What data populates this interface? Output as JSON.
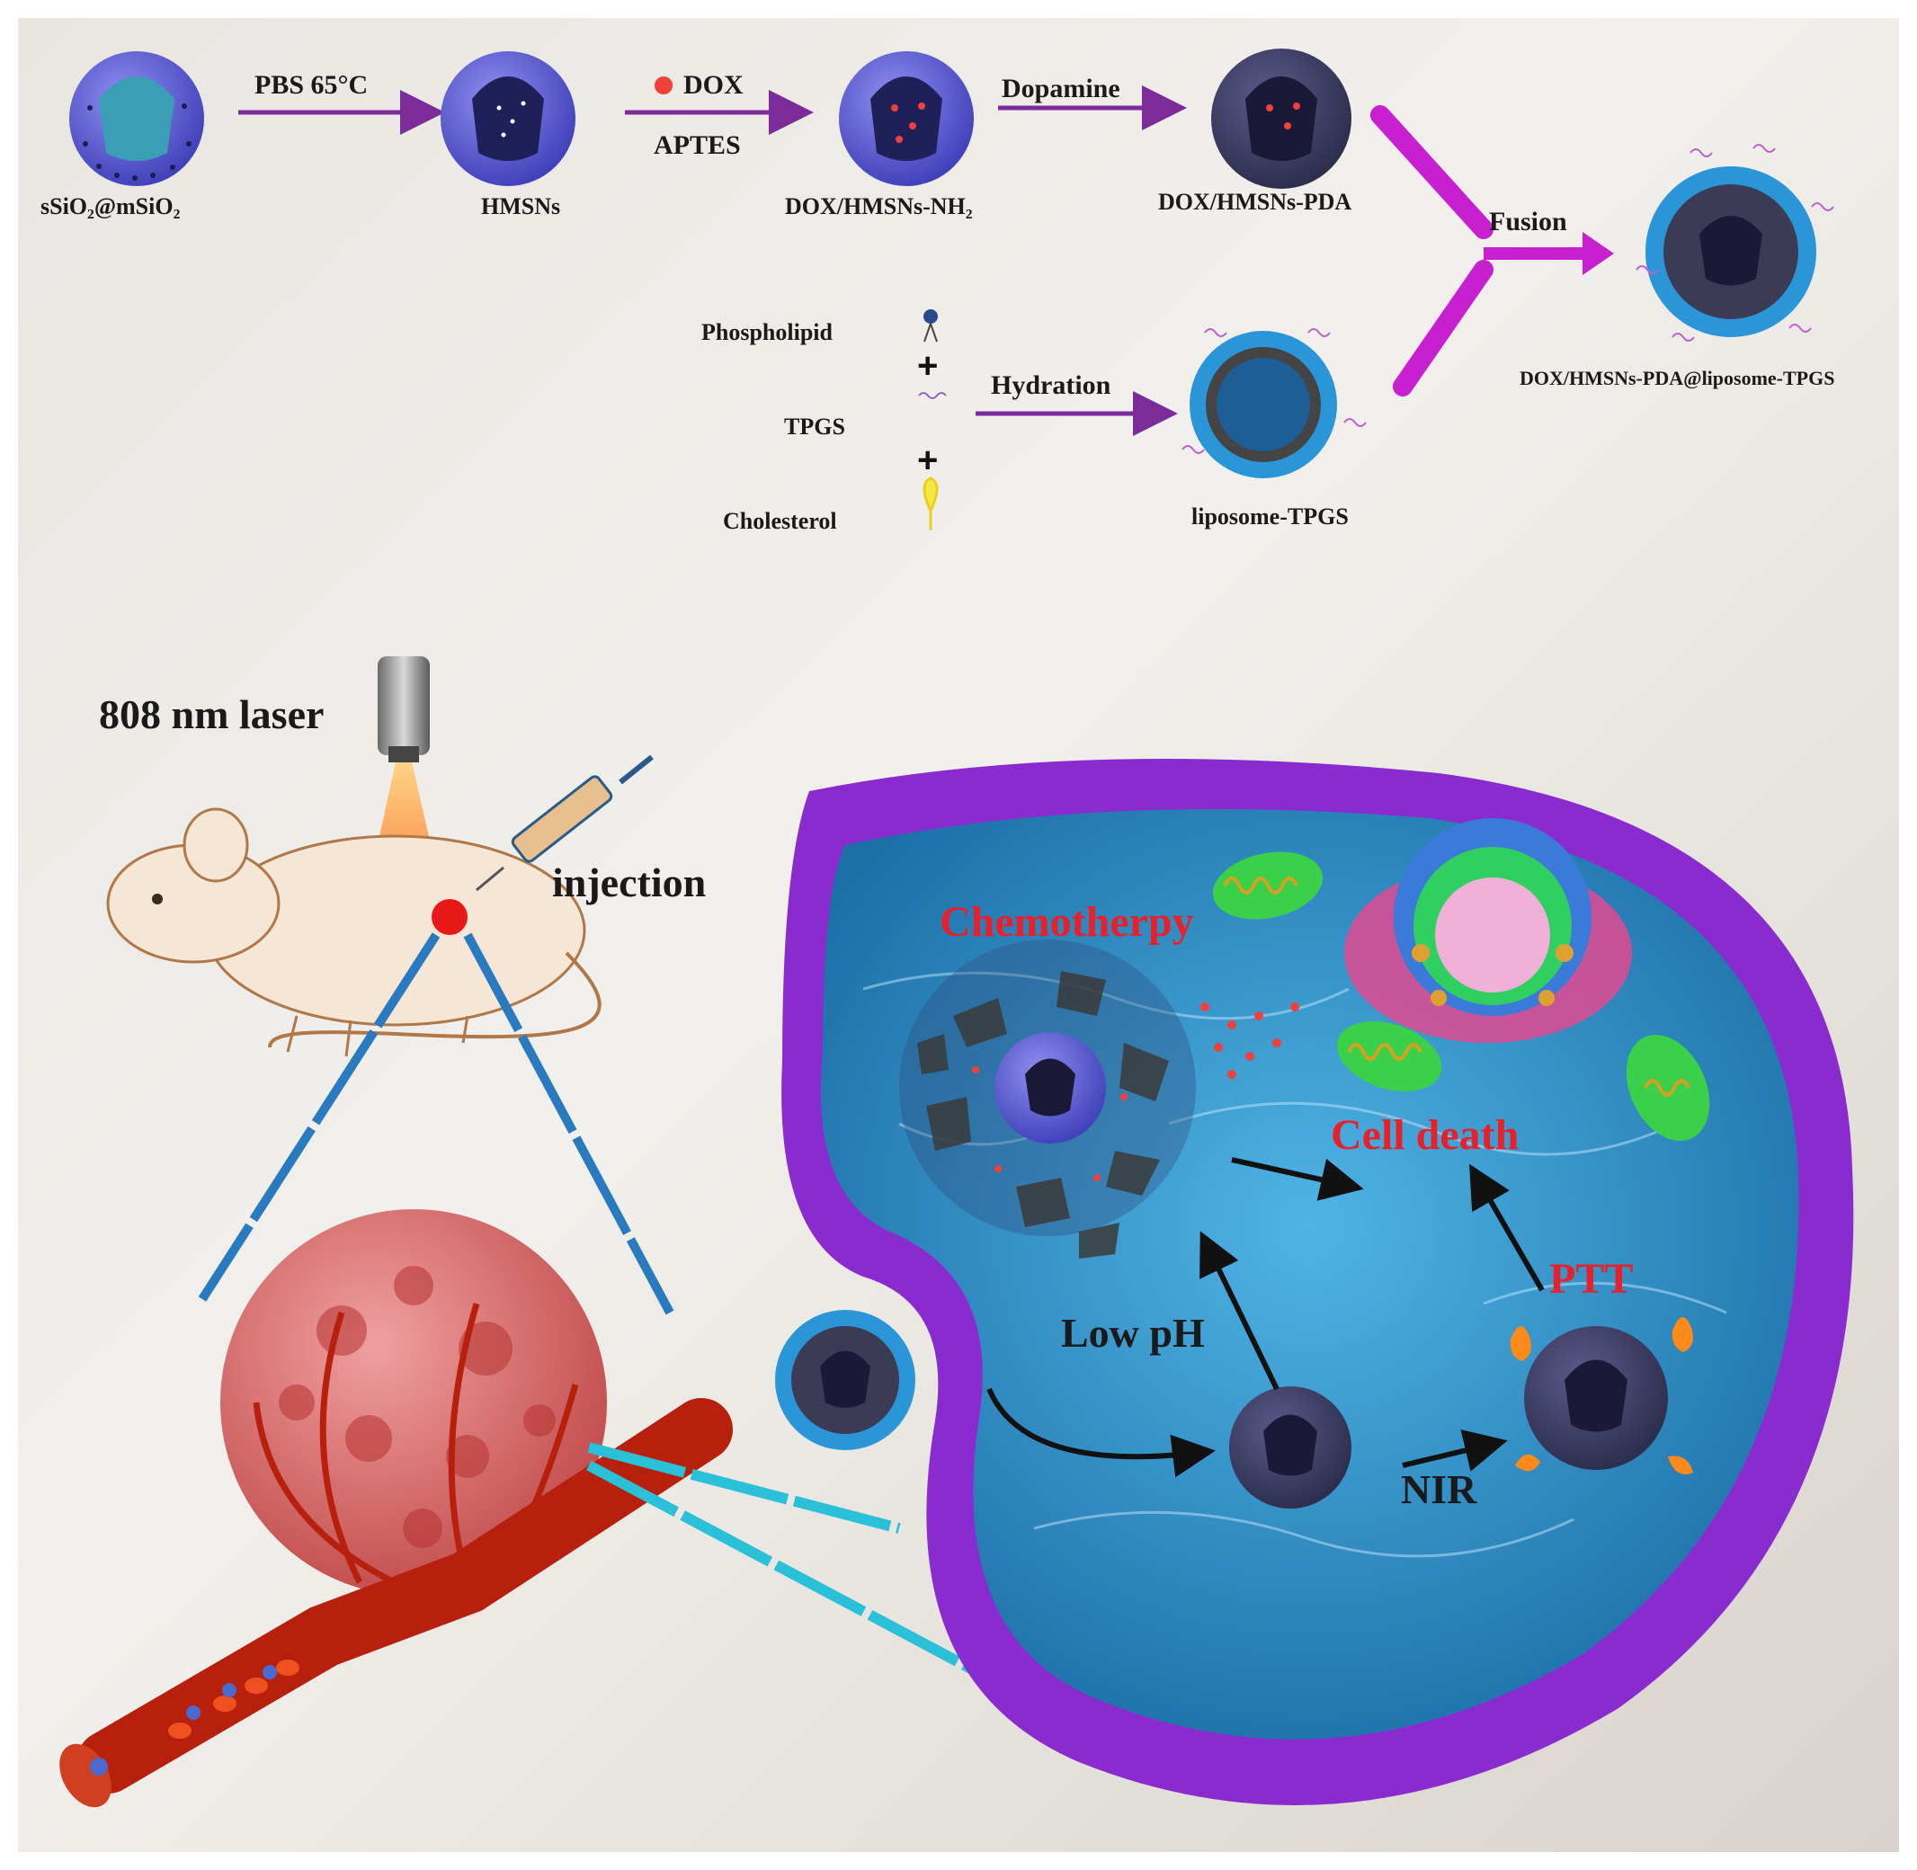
{
  "synthesis": {
    "step1_label": "PBS   65°C",
    "step2_label": "DOX",
    "step2_sub": "APTES",
    "step3_label": "Dopamine",
    "fusion_label": "Fusion",
    "hydration_label": "Hydration",
    "particles": {
      "core_shell": "sSiO₂@mSiO₂",
      "hmsn": "HMSNs",
      "dox_hmsn_nh2": "DOX/HMSNs-NH₂",
      "dox_hmsn_pda": "DOX/HMSNs-PDA",
      "liposome": "liposome-TPGS",
      "final": "DOX/HMSNs-PDA@liposome-TPGS"
    },
    "components": {
      "phospholipid": "Phospholipid",
      "tpgs": "TPGS",
      "cholesterol": "Cholesterol"
    },
    "plus_sign": "+"
  },
  "therapy": {
    "laser_label": "808 nm  laser",
    "injection_label": "injection",
    "chemo_label": "Chemotherpy",
    "cell_death_label": "Cell death",
    "ptt_label": "PTT",
    "low_ph_label": "Low pH",
    "nir_label": "NIR"
  },
  "colors": {
    "synthesis_arrow": "#7b2b9a",
    "fusion_arrow": "#c81fd0",
    "cell_membrane": "#8a2bd0",
    "cytoplasm": "#2a8fc8",
    "tumor": "#d86a6a",
    "vessel": "#b8200e",
    "red_label": "#e8202a"
  }
}
